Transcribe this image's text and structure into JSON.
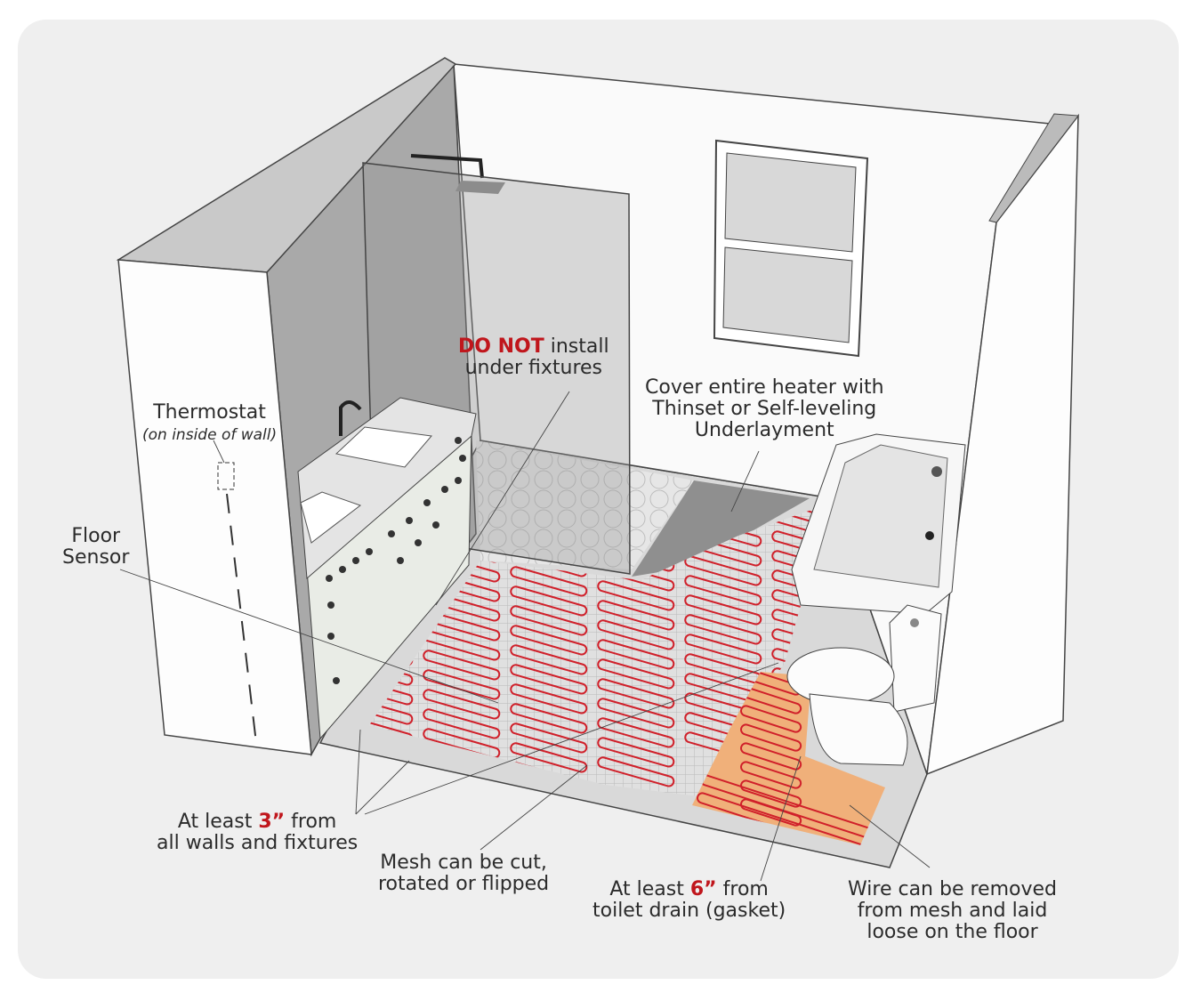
{
  "colors": {
    "wire": "#d0202a",
    "highlight": "#c0161c",
    "orange_zone": "#f0b07a",
    "background": "#efefef"
  },
  "labels": {
    "do_not": {
      "highlight": "DO NOT",
      "rest": " install",
      "line2": "under fixtures"
    },
    "cover": {
      "line1": "Cover entire heater with",
      "line2": "Thinset or Self-leveling",
      "line3": "Underlayment"
    },
    "thermostat": {
      "line1": "Thermostat",
      "line2": "(on inside of wall)"
    },
    "floor_sensor": {
      "line1": "Floor",
      "line2": "Sensor"
    },
    "three_inch": {
      "pre": "At least ",
      "highlight": "3”",
      "post": " from",
      "line2": "all walls and fixtures"
    },
    "mesh": {
      "line1": "Mesh can be cut,",
      "line2": "rotated or flipped"
    },
    "six_inch": {
      "pre": "At least ",
      "highlight": "6”",
      "post": " from",
      "line2": "toilet drain (gasket)"
    },
    "wire": {
      "line1": "Wire can be removed",
      "line2": "from mesh and laid",
      "line3": "loose on the floor"
    }
  }
}
